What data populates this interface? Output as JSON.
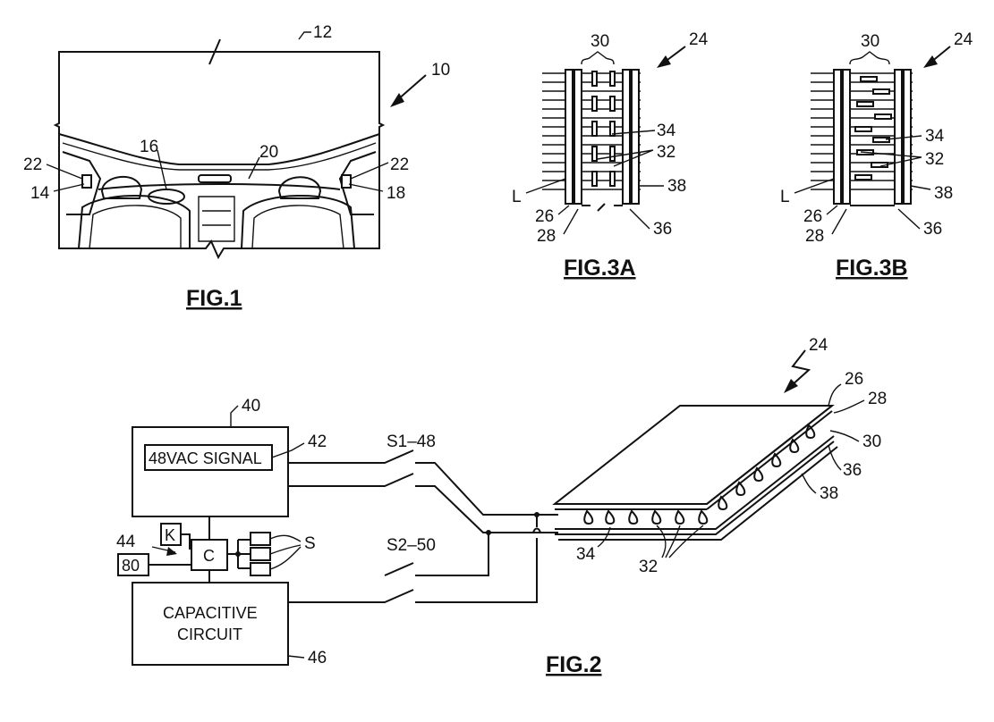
{
  "figures": {
    "fig1": {
      "caption": "FIG.1",
      "refs": {
        "r10": "10",
        "r12": "12",
        "r14": "14",
        "r16": "16",
        "r18": "18",
        "r20": "20",
        "r22a": "22",
        "r22b": "22"
      }
    },
    "fig3a": {
      "caption": "FIG.3A",
      "refs": {
        "r24": "24",
        "r30": "30",
        "r34": "34",
        "r32": "32",
        "r38": "38",
        "rL": "L",
        "r26": "26",
        "r28": "28",
        "r36": "36"
      }
    },
    "fig3b": {
      "caption": "FIG.3B",
      "refs": {
        "r24": "24",
        "r30": "30",
        "r34": "34",
        "r32": "32",
        "r38": "38",
        "rL": "L",
        "r26": "26",
        "r28": "28",
        "r36": "36"
      }
    },
    "fig2": {
      "caption": "FIG.2",
      "signal_label": "48VAC SIGNAL",
      "cap_line1": "CAPACITIVE",
      "cap_line2": "CIRCUIT",
      "controller": "C",
      "k_box": "K",
      "box_80": "80",
      "sensors": "S",
      "switch1": "S1–48",
      "switch2": "S2–50",
      "refs": {
        "r40": "40",
        "r42": "42",
        "r44": "44",
        "r46": "46",
        "r24": "24",
        "r26": "26",
        "r28": "28",
        "r30": "30",
        "r36": "36",
        "r38": "38",
        "r34": "34",
        "r32": "32"
      }
    }
  }
}
